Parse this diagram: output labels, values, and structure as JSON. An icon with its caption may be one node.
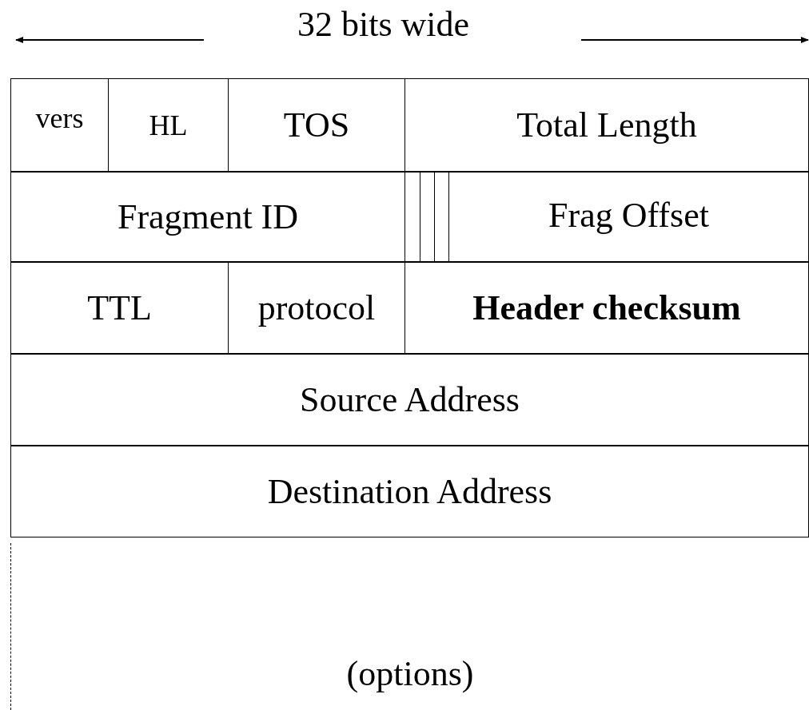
{
  "diagram": {
    "nodes": [
      {
        "text": [
          "vers"
        ]
      },
      {
        "text": [
          "HL"
        ]
      },
      {
        "text": [
          "TOS"
        ]
      },
      {
        "text": [
          "Total Length"
        ]
      },
      {
        "text": [
          "Fragment ID"
        ]
      },
      {
        "text": [],
        "shape": "box"
      },
      {
        "text": [],
        "shape": "box"
      },
      {
        "text": [],
        "shape": "box"
      },
      {
        "text": [
          "Frag Offset"
        ]
      },
      {
        "text": [
          "TTL"
        ]
      },
      {
        "text": [
          "protocol"
        ]
      },
      {
        "text": [
          "Header checksum"
        ]
      },
      {
        "text": [
          "Source Address"
        ]
      },
      {
        "text": [
          "Destination Address"
        ]
      },
      {
        "text": [
          "(options)"
        ]
      }
    ],
    "labels": [
      "32 bits wide"
    ]
  }
}
